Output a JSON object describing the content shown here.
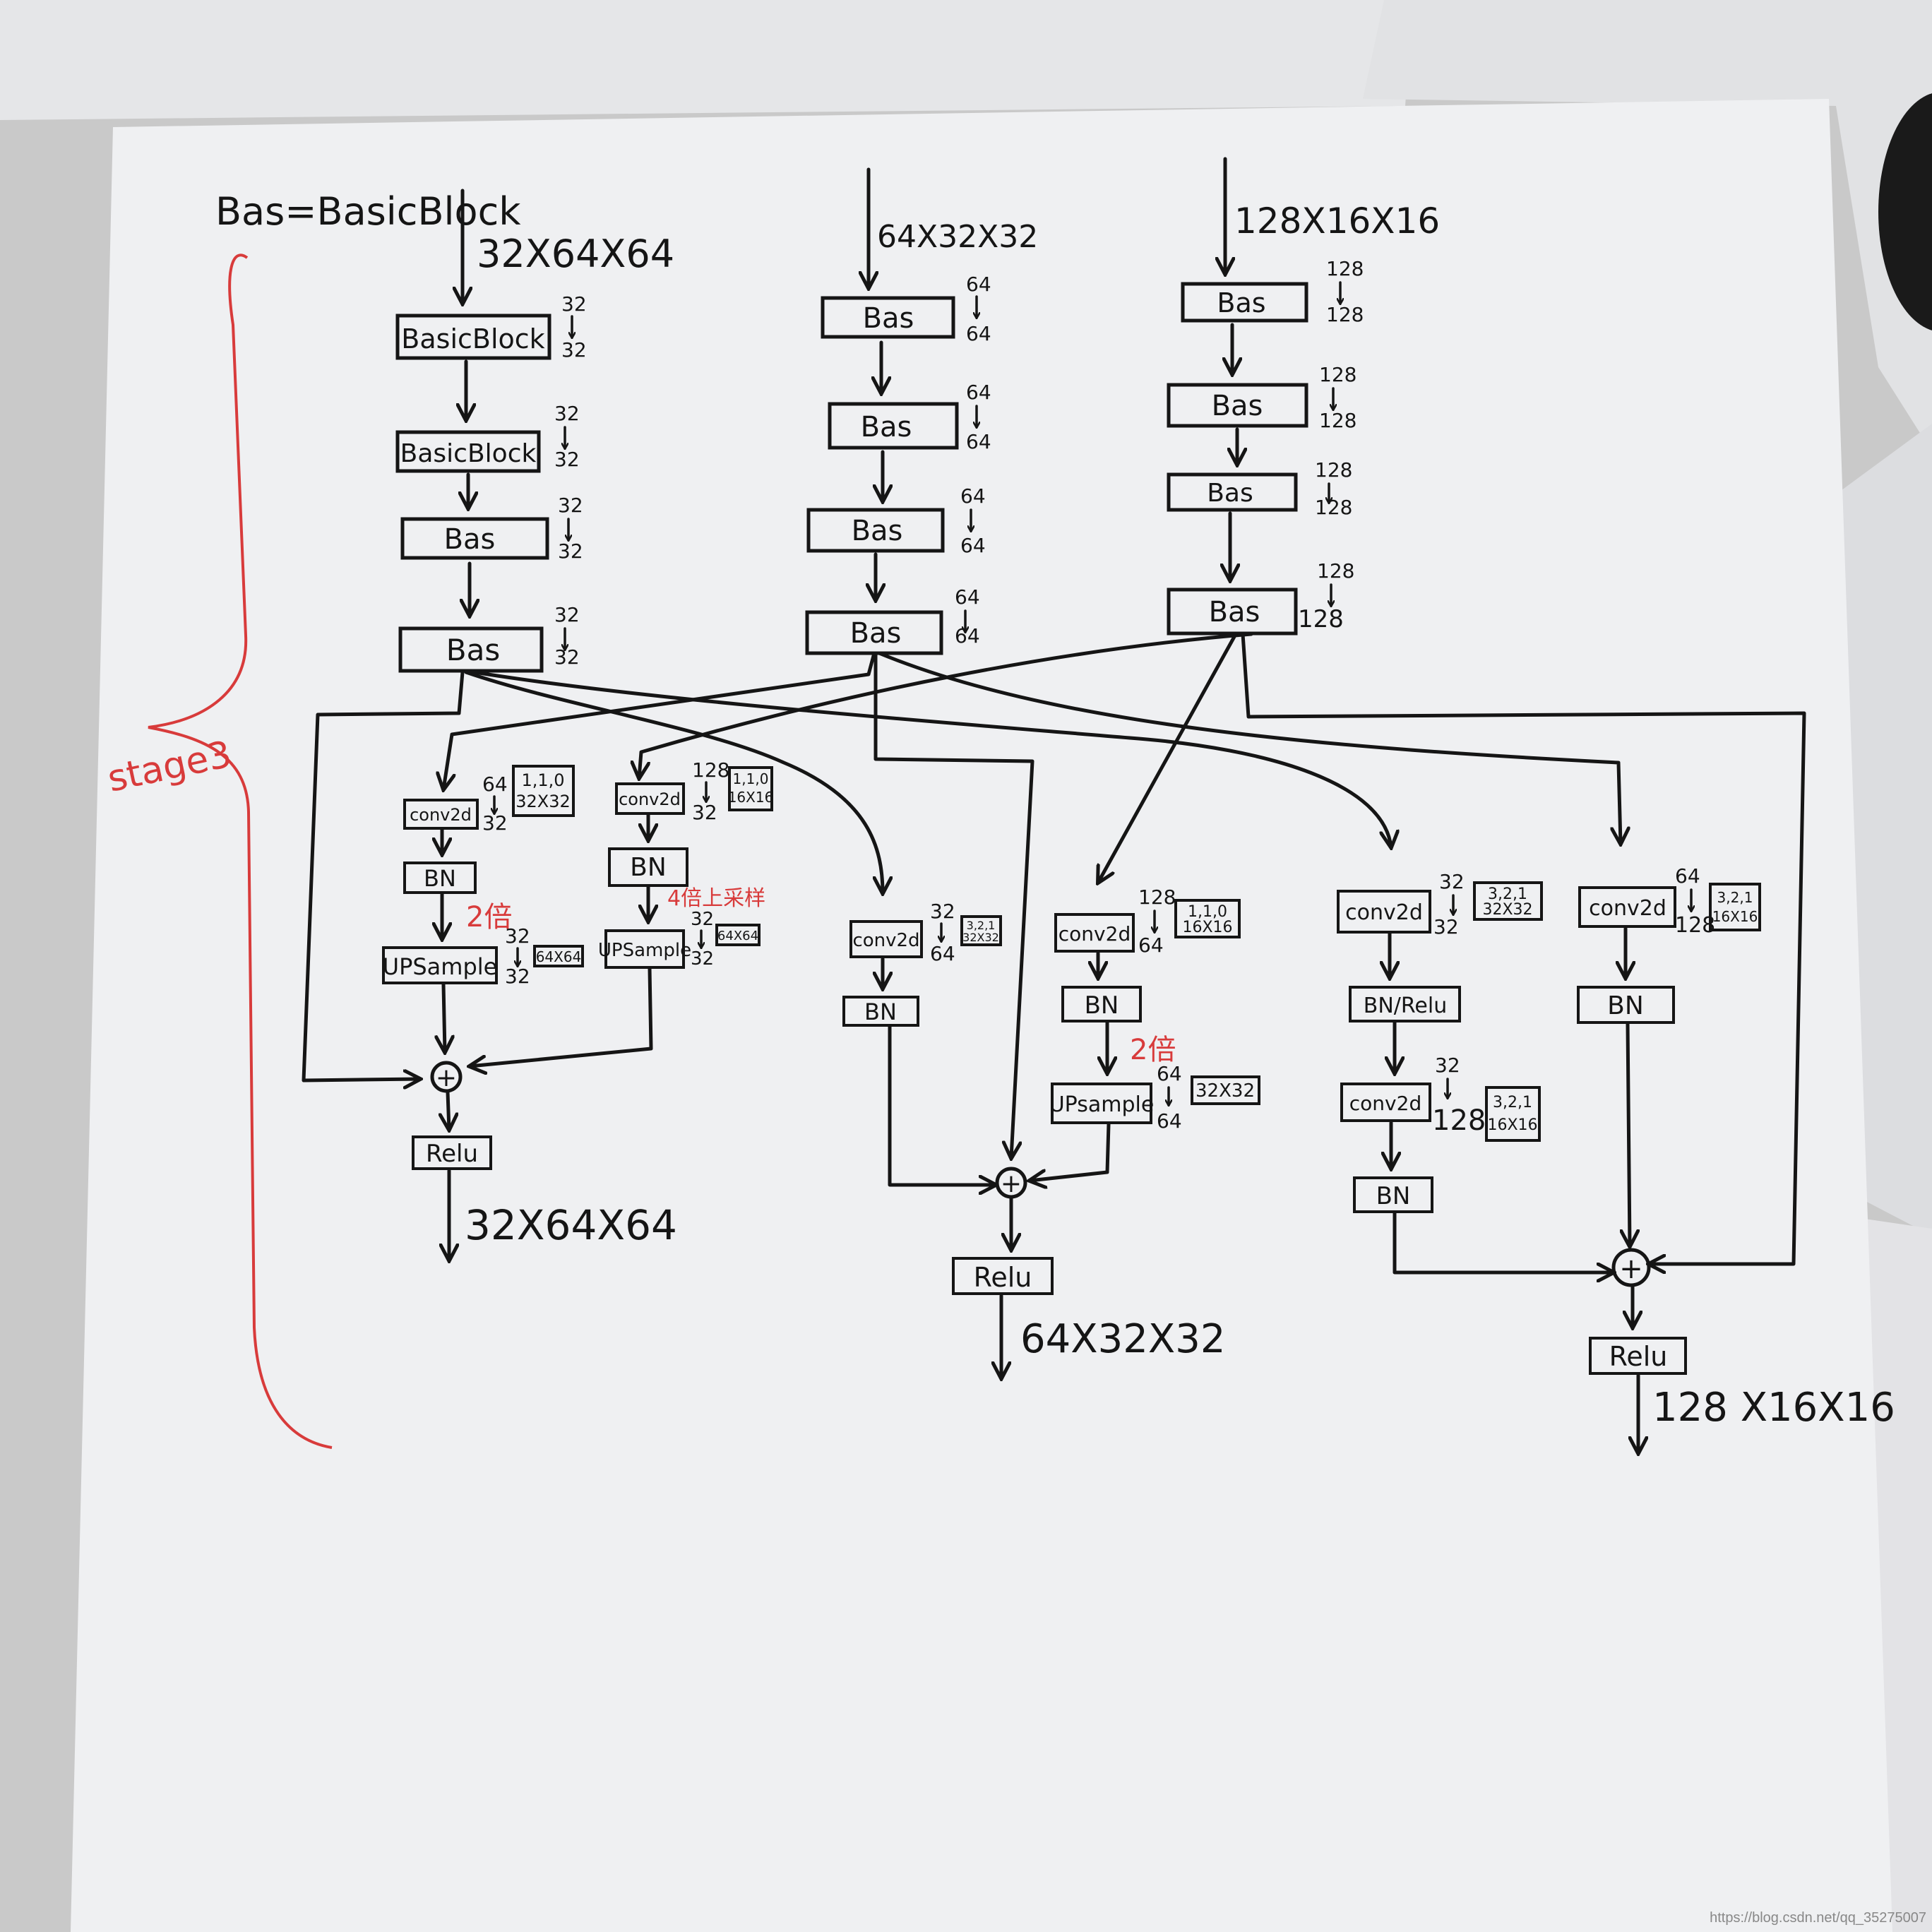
{
  "legend": "Bas=BasicBlock",
  "stage_label": "stage3",
  "columns": {
    "col1": {
      "input": "32X64X64",
      "blocks": [
        {
          "label": "BasicBlock",
          "ch_in": "32",
          "ch_out": "32"
        },
        {
          "label": "BasicBlock",
          "ch_in": "32",
          "ch_out": "32"
        },
        {
          "label": "Bas",
          "ch_in": "32",
          "ch_out": "32"
        },
        {
          "label": "Bas",
          "ch_in": "32",
          "ch_out": "32"
        }
      ]
    },
    "col2": {
      "input": "64X32X32",
      "blocks": [
        {
          "label": "Bas",
          "ch_in": "64",
          "ch_out": "64"
        },
        {
          "label": "Bas",
          "ch_in": "64",
          "ch_out": "64"
        },
        {
          "label": "Bas",
          "ch_in": "64",
          "ch_out": "64"
        },
        {
          "label": "Bas",
          "ch_in": "64",
          "ch_out": "64"
        }
      ]
    },
    "col3": {
      "input": "128X16X16",
      "blocks": [
        {
          "label": "Bas",
          "ch_in": "128",
          "ch_out": "128"
        },
        {
          "label": "Bas",
          "ch_in": "128",
          "ch_out": "128"
        },
        {
          "label": "Bas",
          "ch_in": "128",
          "ch_out": "128"
        },
        {
          "label": "Bas",
          "ch_in": "128",
          "ch_out": "128"
        }
      ]
    }
  },
  "fuse": {
    "b1": {
      "conv": "conv2d",
      "cin": "64",
      "cout": "32",
      "params": "1,1,0",
      "size": "32X32",
      "bn": "BN",
      "note": "2倍",
      "up": "UPSample",
      "uin": "32",
      "uout": "32",
      "usize": "64X64"
    },
    "b2": {
      "conv": "conv2d",
      "cin": "128",
      "cout": "32",
      "params": "1,1,0",
      "size": "16X16",
      "bn": "BN",
      "note": "4倍上采样",
      "up": "UPSample",
      "uin": "32",
      "uout": "32",
      "usize": "64X64"
    },
    "b3": {
      "conv": "conv2d",
      "cin": "32",
      "cout": "64",
      "params": "3,2,1",
      "size": "32X32",
      "bn": "BN"
    },
    "b4": {
      "conv": "conv2d",
      "cin": "128",
      "cout": "64",
      "params": "1,1,0",
      "size": "16X16",
      "bn": "BN",
      "note": "2倍",
      "up": "UPsample",
      "uin": "64",
      "uout": "64",
      "usize": "32X32"
    },
    "b5": {
      "conv": "conv2d",
      "cin": "32",
      "cout": "32",
      "params": "3,2,1",
      "size": "32X32",
      "bn": "BN/Relu",
      "conv2": "conv2d",
      "cin2": "32",
      "cout2": "128",
      "params2": "3,2,1",
      "size2": "16X16",
      "bn2": "BN"
    },
    "b6": {
      "conv": "conv2d",
      "cin": "64",
      "cout": "128",
      "params": "3,2,1",
      "size": "16X16",
      "bn": "BN"
    }
  },
  "outputs": {
    "o1": {
      "relu": "Relu",
      "size": "32X64X64"
    },
    "o2": {
      "relu": "Relu",
      "size": "64X32X32"
    },
    "o3": {
      "relu": "Relu",
      "size": "128 X16X16"
    }
  },
  "plus": "+",
  "watermark": "https://blog.csdn.net/qq_35275007",
  "colors": {
    "ink": "#151515",
    "red": "#d83b3b",
    "paper": "#eff0f2",
    "background": "#c9c9c9"
  }
}
